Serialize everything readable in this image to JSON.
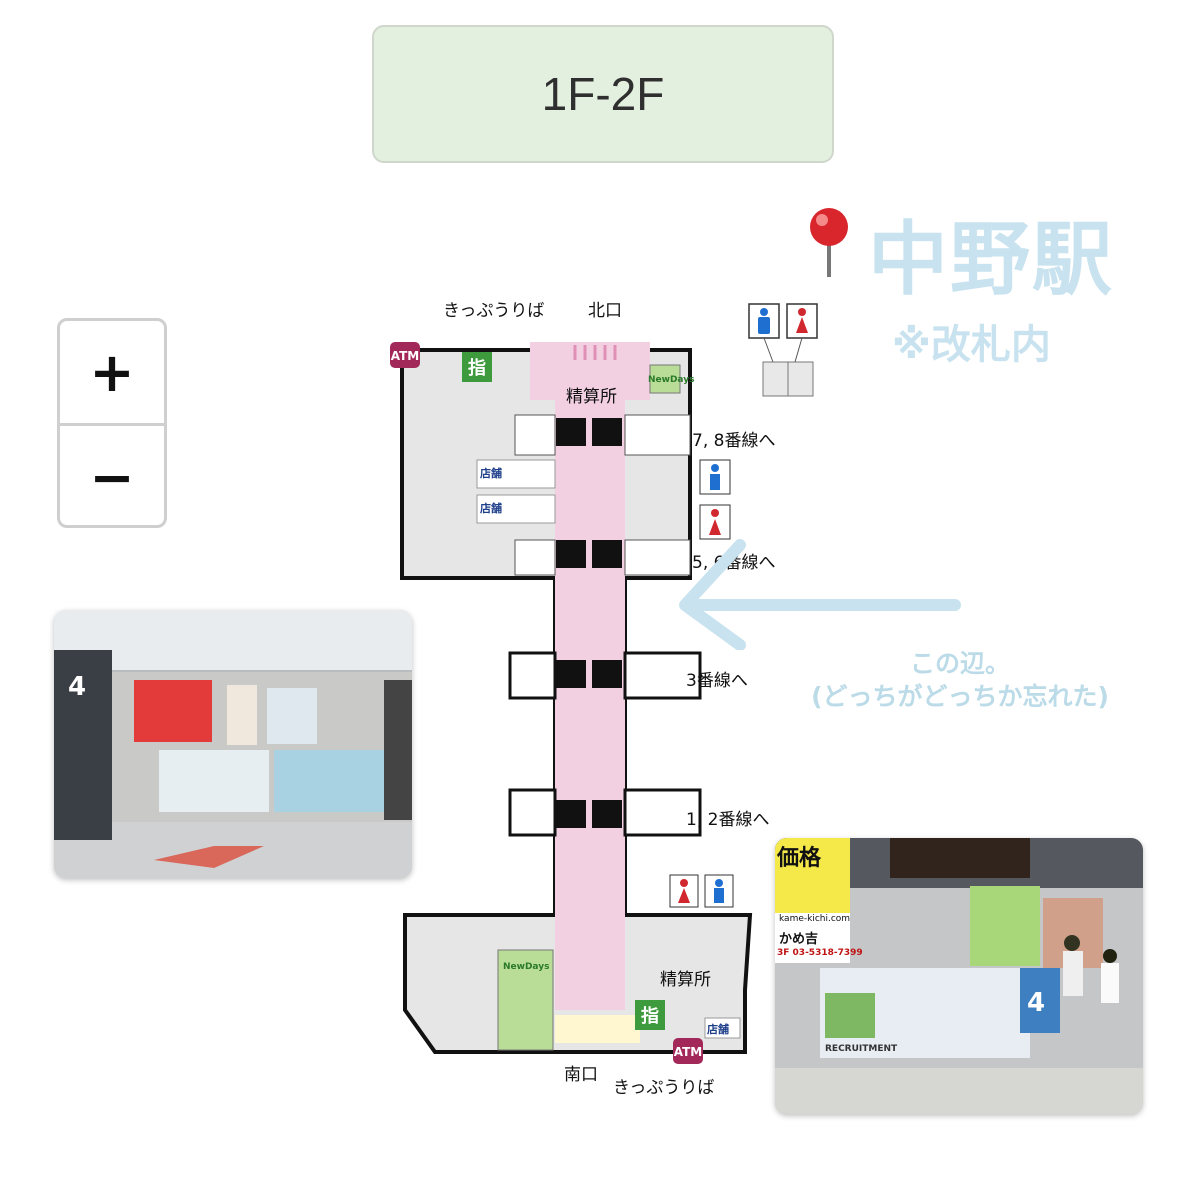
{
  "floor_selector": {
    "label": "1F-2F"
  },
  "zoom": {
    "in_label": "+",
    "out_label": "−"
  },
  "station": {
    "name": "中野駅",
    "gate_note": "※改札内"
  },
  "annotation": {
    "line1": "この辺。",
    "line2": "(どっちがどっちか忘れた)"
  },
  "map": {
    "north_exit": "北口",
    "south_exit": "南口",
    "ticket_area_north": "きっぷうりば",
    "ticket_area_south": "きっぷうりば",
    "fare_adjust_north": "精算所",
    "fare_adjust_south": "精算所",
    "atm": "ATM",
    "reserved": "指",
    "shop1": "店舗",
    "shop2": "店舗",
    "shop3": "店舗",
    "newdays": "NewDays",
    "platform_78": "7, 8番線へ",
    "platform_56": "5, 6番線へ",
    "platform_3": "3番線へ",
    "platform_12": "1, 2番線へ"
  },
  "photo_left": {
    "sign_number": "4"
  },
  "photo_right": {
    "ad_headline": "価格",
    "ad_site": "kame-kichi.com",
    "ad_shop": "かめ吉",
    "ad_phone": "3F 03-5318-7399",
    "ad_recruit": "RECRUITMENT",
    "platform_sign": "4"
  },
  "colors": {
    "concourse_pink": "#f3cfe2",
    "floor_gray": "#e6e6e6",
    "accent_light_blue": "#c8e3ef",
    "atm_maroon": "#a3285a",
    "reserved_green": "#3d9b3d"
  }
}
